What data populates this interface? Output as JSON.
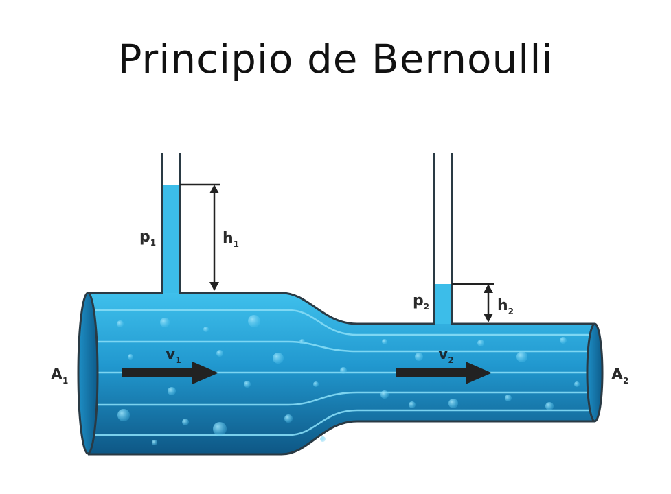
{
  "title": "Principio de Bernoulli",
  "labels": {
    "p1": {
      "main": "p",
      "sub": "1"
    },
    "h1": {
      "main": "h",
      "sub": "1"
    },
    "p2": {
      "main": "p",
      "sub": "2"
    },
    "h2": {
      "main": "h",
      "sub": "2"
    },
    "v1": {
      "main": "v",
      "sub": "1"
    },
    "v2": {
      "main": "v",
      "sub": "2"
    },
    "A1": {
      "main": "A",
      "sub": "1"
    },
    "A2": {
      "main": "A",
      "sub": "2"
    }
  },
  "colors": {
    "water_light": "#33b5e5",
    "water_dark": "#0f5f8c",
    "outline": "#2a3a44",
    "streamline": "#7fd8f5",
    "arrow": "#222222"
  }
}
